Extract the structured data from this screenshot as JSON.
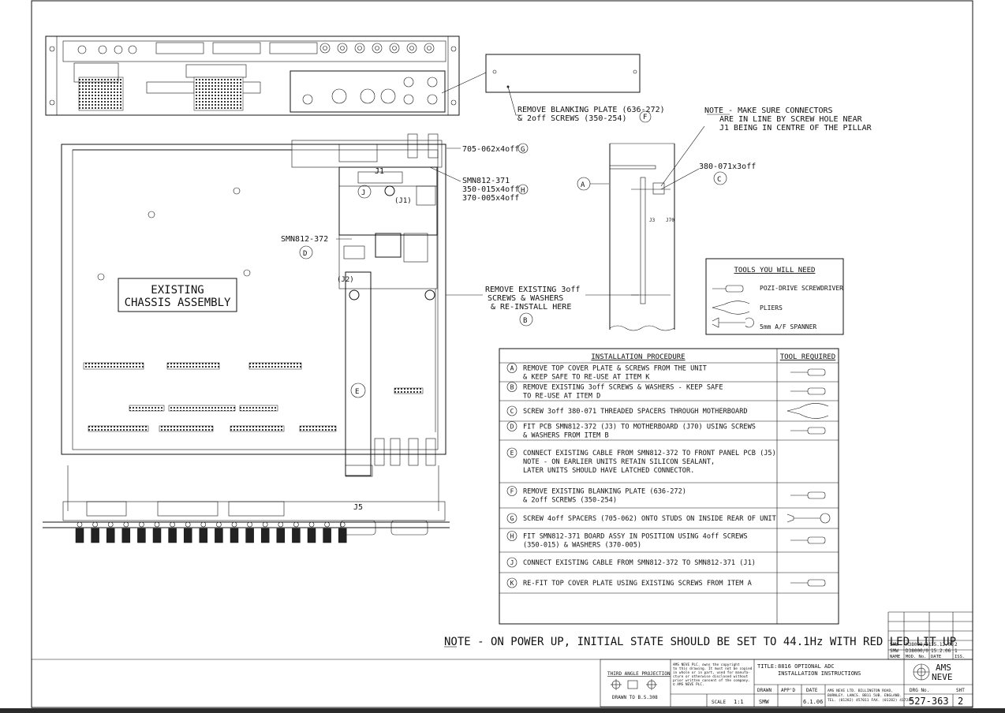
{
  "panel_labels": {
    "blanking_note_line1": "REMOVE BLANKING PLATE (636-272)",
    "blanking_note_line2": "& 2off SCREWS (350-254)",
    "blanking_letter": "F",
    "connectors_note_line1": "NOTE - MAKE SURE CONNECTORS",
    "connectors_note_line2": "ARE IN LINE BY SCREW HOLE NEAR",
    "connectors_note_line3": "J1 BEING IN CENTRE OF THE PILLAR",
    "part_705": "705-062x4off",
    "part_705_letter": "G",
    "part_smn371": "SMN812-371",
    "part_350": "350-015x4off",
    "part_350_letter": "H",
    "part_370": "370-005x4off",
    "part_380": "380-071x3off",
    "part_380_letter": "C",
    "letter_a": "A",
    "j1": "J1",
    "j1_paren": "(J1)",
    "j_letter": "J",
    "j2": "(J2)",
    "j5": "J5",
    "j3": "J3",
    "j70": "J70",
    "smn372": "SMN812-372",
    "smn372_letter": "D",
    "existing_line1": "EXISTING",
    "existing_line2": "CHASSIS ASSEMBLY",
    "remove_line1": "REMOVE EXISTING 3off",
    "remove_line2": "SCREWS & WASHERS",
    "remove_line3": "& RE-INSTALL HERE",
    "remove_letter": "B",
    "cable_letter": "E"
  },
  "tools": {
    "title": "TOOLS YOU WILL NEED",
    "items": [
      "POZI-DRIVE SCREWDRIVER",
      "PLIERS",
      "5mm A/F SPANNER"
    ]
  },
  "procedure": {
    "header_left": "INSTALLATION PROCEDURE",
    "header_right": "TOOL REQUIRED",
    "steps": [
      {
        "letter": "A",
        "lines": [
          "REMOVE TOP COVER PLATE & SCREWS FROM THE UNIT",
          "& KEEP SAFE TO RE-USE AT ITEM K"
        ],
        "tool": "screwdriver"
      },
      {
        "letter": "B",
        "lines": [
          "REMOVE EXISTING 3off SCREWS & WASHERS - KEEP SAFE",
          "TO RE-USE AT ITEM D"
        ],
        "tool": "screwdriver"
      },
      {
        "letter": "C",
        "lines": [
          "SCREW 3off 380-071 THREADED SPACERS THROUGH MOTHERBOARD"
        ],
        "tool": "pliers"
      },
      {
        "letter": "D",
        "lines": [
          "FIT PCB SMN812-372 (J3) TO MOTHERBOARD (J70) USING SCREWS",
          "& WASHERS FROM ITEM B"
        ],
        "tool": "screwdriver"
      },
      {
        "letter": "E",
        "lines": [
          "CONNECT EXISTING CABLE FROM SMN812-372 TO FRONT PANEL PCB (J5)",
          "NOTE - ON EARLIER UNITS RETAIN SILICON SEALANT,",
          "LATER UNITS SHOULD HAVE LATCHED CONNECTOR."
        ],
        "tool": "none"
      },
      {
        "letter": "F",
        "lines": [
          "REMOVE EXISTING BLANKING PLATE (636-272)",
          "& 2off SCREWS (350-254)"
        ],
        "tool": "screwdriver"
      },
      {
        "letter": "G",
        "lines": [
          "SCREW 4off SPACERS (705-062) ONTO STUDS ON INSIDE REAR OF UNIT"
        ],
        "tool": "spanner"
      },
      {
        "letter": "H",
        "lines": [
          "FIT SMN812-371 BOARD ASSY IN POSITION USING 4off SCREWS",
          "(350-015) & WASHERS (370-005)"
        ],
        "tool": "screwdriver"
      },
      {
        "letter": "J",
        "lines": [
          "CONNECT EXISTING CABLE FROM SMN812-372 TO SMN812-371 (J1)"
        ],
        "tool": "none"
      },
      {
        "letter": "K",
        "lines": [
          "RE-FIT TOP COVER PLATE USING EXISTING SCREWS FROM ITEM A"
        ],
        "tool": "screwdriver"
      }
    ]
  },
  "footer_note": "NOTE - ON POWER UP, INITIAL STATE SHOULD BE SET TO 44.1Hz WITH RED LED LIT UP",
  "revisions": {
    "rows": [
      [
        "SMW",
        "M38000/21",
        "15.12.06",
        "2"
      ],
      [
        "SMW",
        "D38000/0",
        "15.2.06",
        "1"
      ]
    ],
    "header": [
      "NAME",
      "MOD. No.",
      "DATE",
      "ISS."
    ]
  },
  "title_block": {
    "projection": "THIRD ANGLE PROJECTION",
    "drawn_to": "DRAWN TO B.S.308",
    "copyright": [
      "AMS NEVE PLC. owns the copyright",
      "to this drawing. It must not be copied",
      "in whole or in part, used for manufa-",
      "cture or otherwise disclosed without",
      "prior written consent of the company.",
      "© AMS NEVE PLC."
    ],
    "scale_label": "SCALE",
    "scale_value": "1:1",
    "title_label": "TITLE:",
    "title_line1": "8816 OPTIONAL ADC",
    "title_line2": "INSTALLATION INSTRUCTIONS",
    "drawn_label": "DRAWN",
    "appd_label": "APP'D",
    "date_label": "DATE",
    "drawn_value": "SMW",
    "date_value": "6.1.06",
    "company_line1": "AMS NEVE LTD. BILLINGTON ROAD,",
    "company_line2": "BURNLEY. LANCS. BB11 5UB. ENGLAND.",
    "company_line3": "TEL. (01282) 457011  FAX. (01282) 417282",
    "drg_label": "DRG No.",
    "sht_label": "SHT",
    "drg_value": "527-363",
    "sht_value": "2",
    "logo_line1": "AMS",
    "logo_line2": "NEVE"
  }
}
